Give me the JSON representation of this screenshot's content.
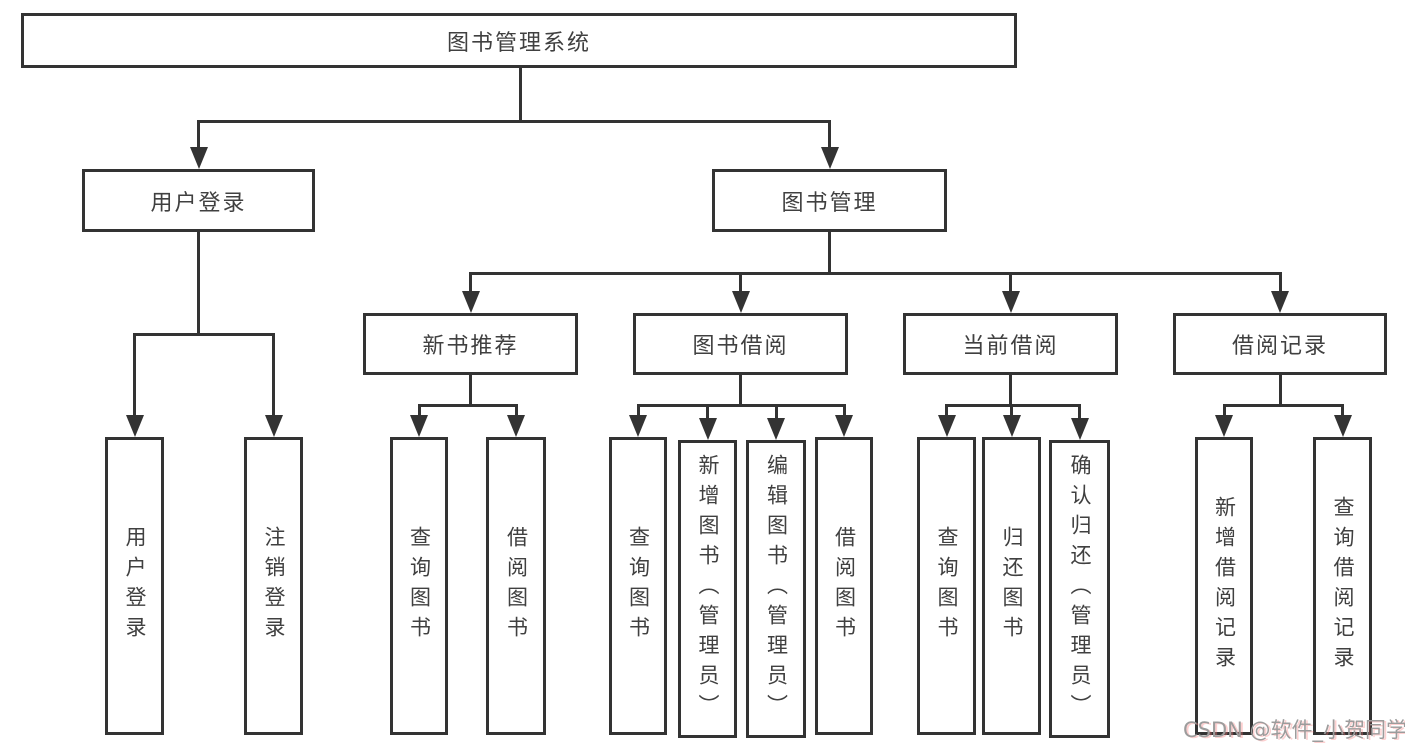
{
  "diagram": {
    "root": {
      "label": "图书管理系统"
    },
    "level2": [
      {
        "label": "用户登录"
      },
      {
        "label": "图书管理"
      }
    ],
    "level3": [
      {
        "label": "新书推荐"
      },
      {
        "label": "图书借阅"
      },
      {
        "label": "当前借阅"
      },
      {
        "label": "借阅记录"
      }
    ],
    "leaves": {
      "login": [
        {
          "label": "用户登录"
        },
        {
          "label": "注销登录"
        }
      ],
      "recommend": [
        {
          "label": "查询图书"
        },
        {
          "label": "借阅图书"
        }
      ],
      "borrow": [
        {
          "label": "查询图书"
        },
        {
          "label": "新增图书（管理员）"
        },
        {
          "label": "编辑图书（管理员）"
        },
        {
          "label": "借阅图书"
        }
      ],
      "current": [
        {
          "label": "查询图书"
        },
        {
          "label": "归还图书"
        },
        {
          "label": "确认归还（管理员）"
        }
      ],
      "records": [
        {
          "label": "新增借阅记录"
        },
        {
          "label": "查询借阅记录"
        }
      ]
    }
  },
  "watermark": {
    "text": "CSDN @软件_小贺同学"
  },
  "colors": {
    "line": "#333333",
    "text": "#404040",
    "watermark": "#9c9c9c",
    "background": "#ffffff"
  }
}
